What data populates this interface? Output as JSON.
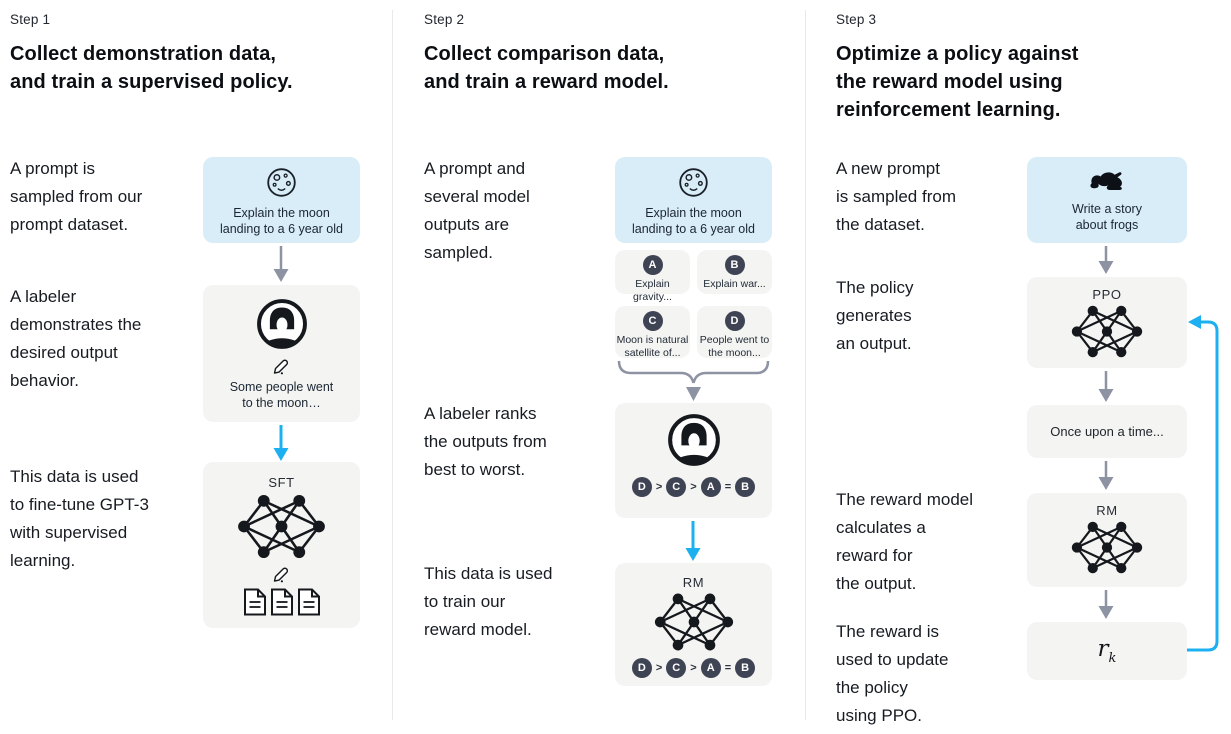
{
  "figure": {
    "description_label": "Three-step RLHF training diagram"
  },
  "colors": {
    "prompt_box_bg": "#d9edf8",
    "card_bg": "#f4f4f2",
    "badge_bg": "#3f4455",
    "arrow_gray": "#8e93a3",
    "arrow_cyan": "#1cb0f0",
    "divider": "#e9e9e9",
    "text": "#14181f"
  },
  "icons": {
    "moon-icon": "outlined moon with craters",
    "labeler-icon": "person avatar in circle",
    "pencil-icon": "pencil with dot",
    "network-icon": "neural network nodes 2-3-2",
    "documents-icon": "three document pages",
    "frog-icon": "black frog silhouette"
  },
  "step1": {
    "step_label": "Step 1",
    "title": "Collect demonstration data,\nand train a supervised policy.",
    "caption_prompt": "A prompt is\nsampled from our\nprompt dataset.",
    "caption_labeler": "A labeler\ndemonstrates the\ndesired output\nbehavior.",
    "caption_data": "This data is used\nto fine-tune GPT-3\nwith supervised\nlearning.",
    "prompt_box": {
      "text": "Explain the moon\nlanding to a 6 year old"
    },
    "labeler_box": {
      "text": "Some people went\nto the moon…"
    },
    "sft_box": {
      "label": "SFT"
    }
  },
  "step2": {
    "step_label": "Step 2",
    "title": "Collect comparison data,\nand train a reward model.",
    "caption_prompt": "A prompt and\nseveral model\noutputs are\nsampled.",
    "caption_rank": "A labeler ranks\nthe outputs from\nbest to worst.",
    "caption_data": "This data is used\nto train our\nreward model.",
    "prompt_box": {
      "text": "Explain the moon\nlanding to a 6 year old"
    },
    "outputs": [
      {
        "badge": "A",
        "text": "Explain gravity..."
      },
      {
        "badge": "B",
        "text": "Explain war..."
      },
      {
        "badge": "C",
        "text": "Moon is natural\nsatellite of..."
      },
      {
        "badge": "D",
        "text": "People went to\nthe moon..."
      }
    ],
    "ranking": {
      "items": [
        "D",
        "C",
        "A",
        "B"
      ],
      "separators": [
        ">",
        ">",
        "="
      ],
      "display": "D > C > A = B"
    },
    "rm_box": {
      "label": "RM"
    }
  },
  "step3": {
    "step_label": "Step 3",
    "title": "Optimize a policy against\nthe reward model using\nreinforcement learning.",
    "caption_prompt": "A new prompt\nis sampled from\nthe dataset.",
    "caption_policy": "The policy\ngenerates\nan output.",
    "caption_reward": "The reward model\ncalculates a\nreward for\nthe output.",
    "caption_update": "The reward is\nused to update\nthe policy\nusing PPO.",
    "prompt_box": {
      "text": "Write a story\nabout frogs"
    },
    "ppo_box": {
      "label": "PPO"
    },
    "output_box": {
      "text": "Once upon a time..."
    },
    "rm_box": {
      "label": "RM"
    },
    "reward_box": {
      "label_base": "r",
      "label_sub": "k"
    }
  }
}
